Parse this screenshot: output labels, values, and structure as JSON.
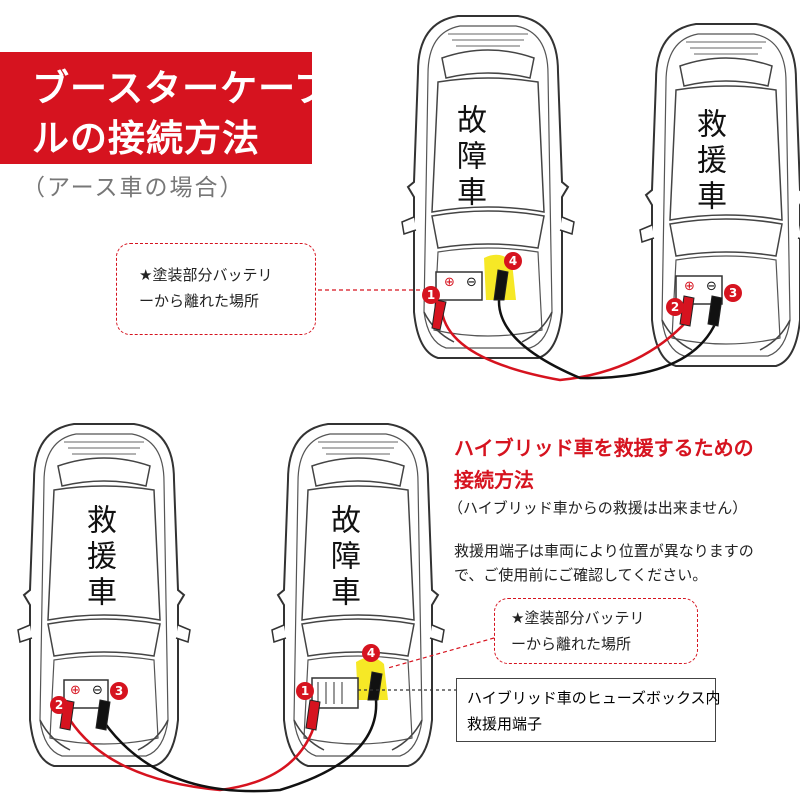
{
  "title": {
    "line1": "ブースターケーブ",
    "line2": "ルの接続方法"
  },
  "subtitle": "（アース車の場合）",
  "top_diagram": {
    "broken_car_label": "故障車",
    "rescue_car_label": "救援車",
    "callout": {
      "line1": "★塗装部分バッテリ",
      "line2": "ーから離れた場所"
    }
  },
  "bottom_diagram": {
    "rescue_car_label": "救援車",
    "broken_car_label": "故障車",
    "callout": {
      "line1": "★塗装部分バッテリ",
      "line2": "ーから離れた場所"
    },
    "fuse_box_note": {
      "line1": "ハイブリッド車のヒューズボックス内",
      "line2": "救援用端子"
    }
  },
  "hybrid_section": {
    "title_line1": "ハイブリッド車を救援するための",
    "title_line2": "接続方法",
    "note": "（ハイブリッド車からの救援は出来ません）",
    "body_line1": "救援用端子は車両により位置が異なりますの",
    "body_line2": "で、ご使用前にご確認してください。"
  },
  "clamp_numbers": [
    "1",
    "2",
    "3",
    "4"
  ],
  "battery_symbols": {
    "plus": "⊕",
    "minus": "⊖"
  },
  "colors": {
    "accent": "#d6131f",
    "highlight": "#f5e400",
    "cable_red": "#d6131f",
    "cable_black": "#111111",
    "car_outline": "#333333"
  }
}
